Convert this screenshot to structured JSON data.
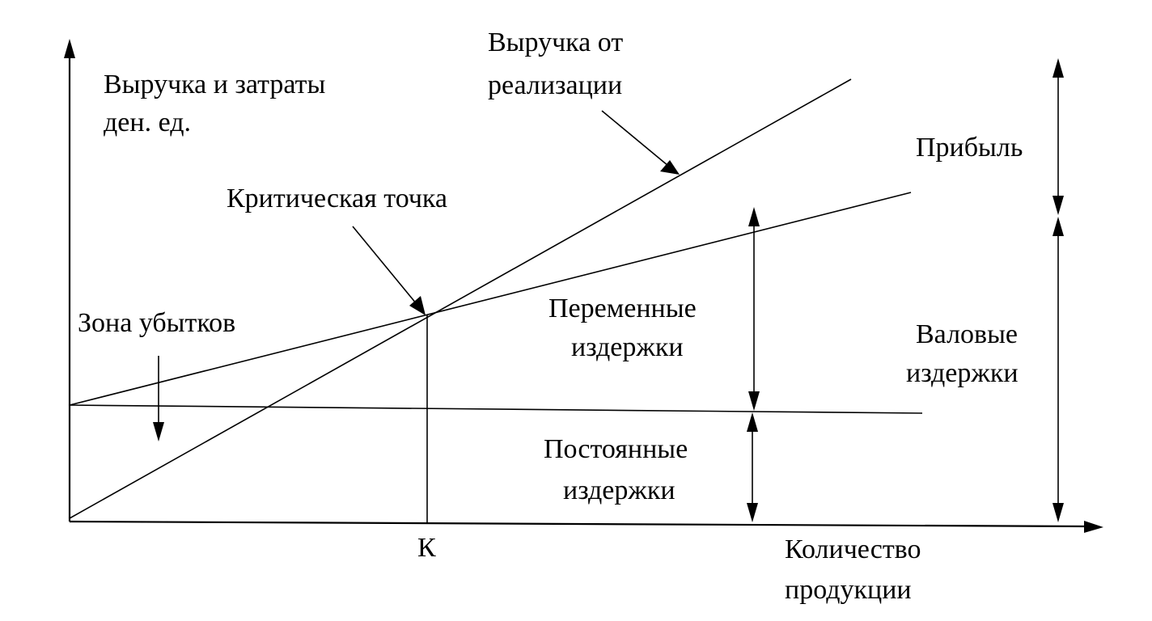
{
  "axes": {
    "y_label_line1": "Выручка и затраты",
    "y_label_line2": "ден. ед.",
    "x_label_line1": "Количество",
    "x_label_line2": "продукции",
    "x_tick": "К"
  },
  "lines": {
    "revenue_line1": "Выручка от",
    "revenue_line2": "реализации"
  },
  "labels": {
    "critical_point": "Критическая точка",
    "loss_zone": "Зона убытков",
    "profit": "Прибыль",
    "variable_line1": "Переменные",
    "variable_line2": "издержки",
    "fixed_line1": "Постоянные",
    "fixed_line2": "издержки",
    "gross_line1": "Валовые",
    "gross_line2": "издержки"
  }
}
